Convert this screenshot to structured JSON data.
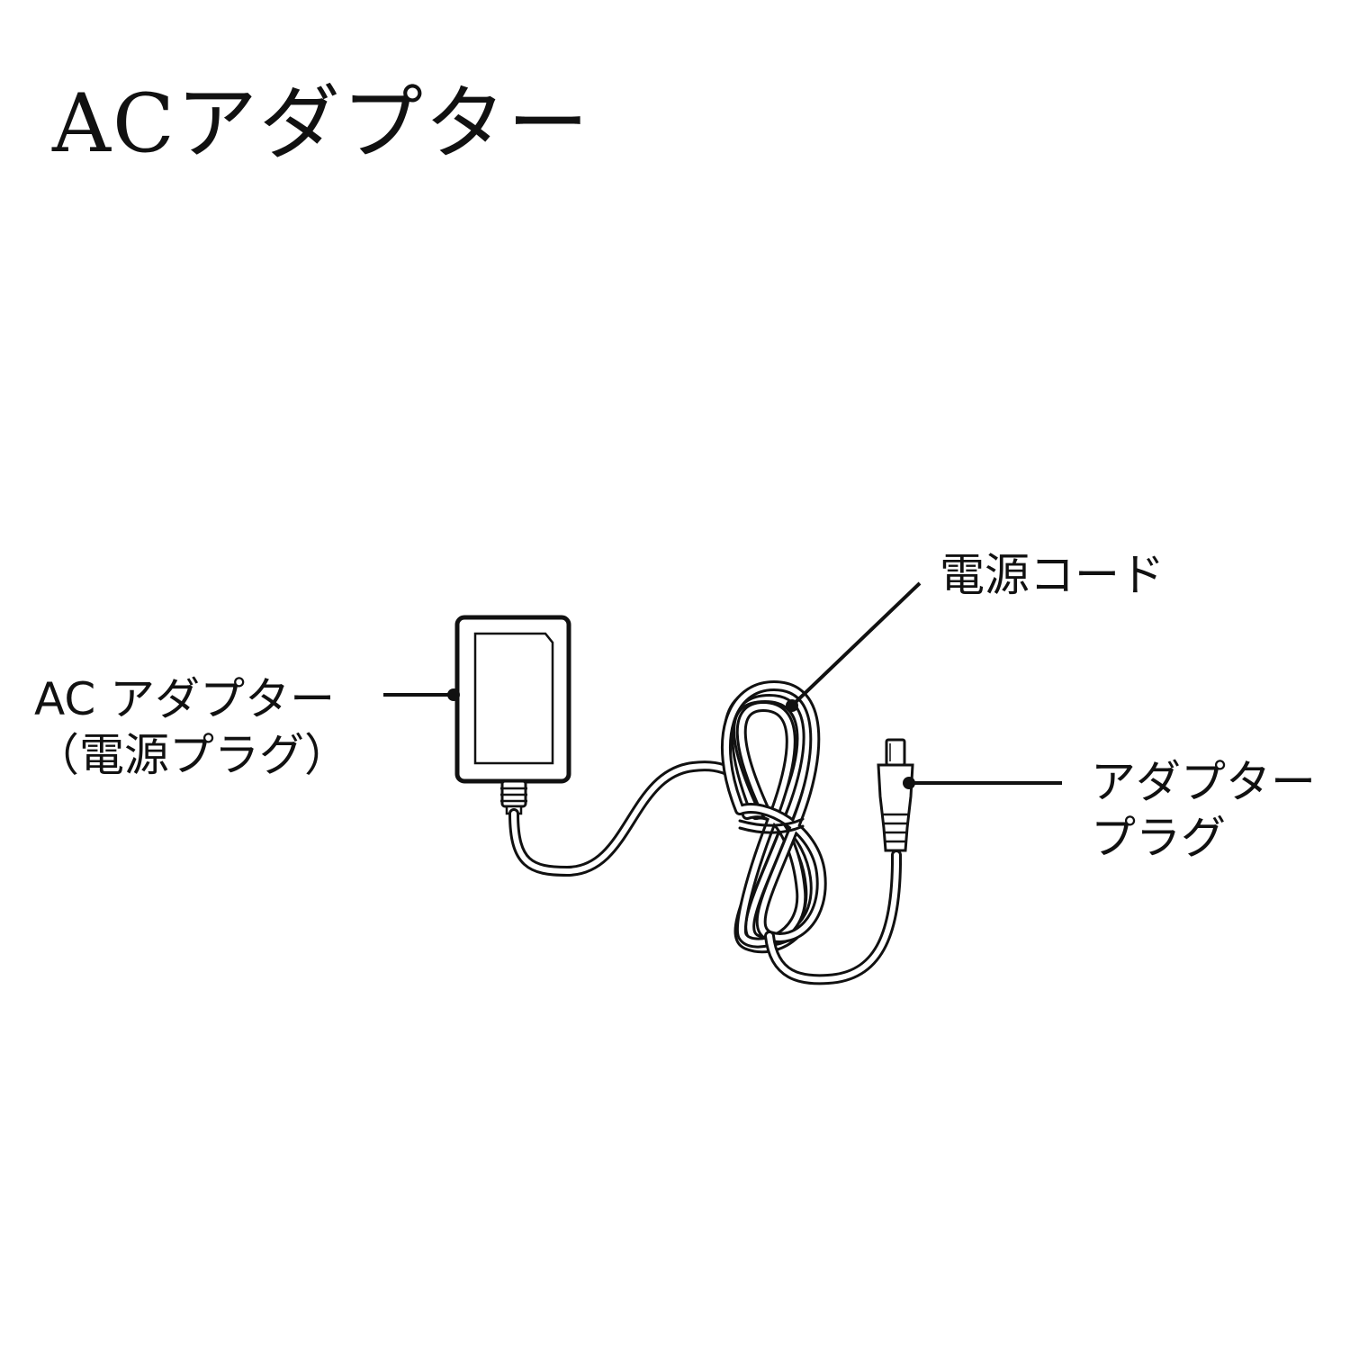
{
  "title": "ACアダプター",
  "labels": {
    "adapter": {
      "line1": "AC アダプター",
      "line2": "（電源プラグ）"
    },
    "cord": "電源コード",
    "plug": {
      "line1": "アダプター",
      "line2": "プラグ"
    }
  },
  "colors": {
    "ink": "#111111",
    "background": "#ffffff"
  }
}
